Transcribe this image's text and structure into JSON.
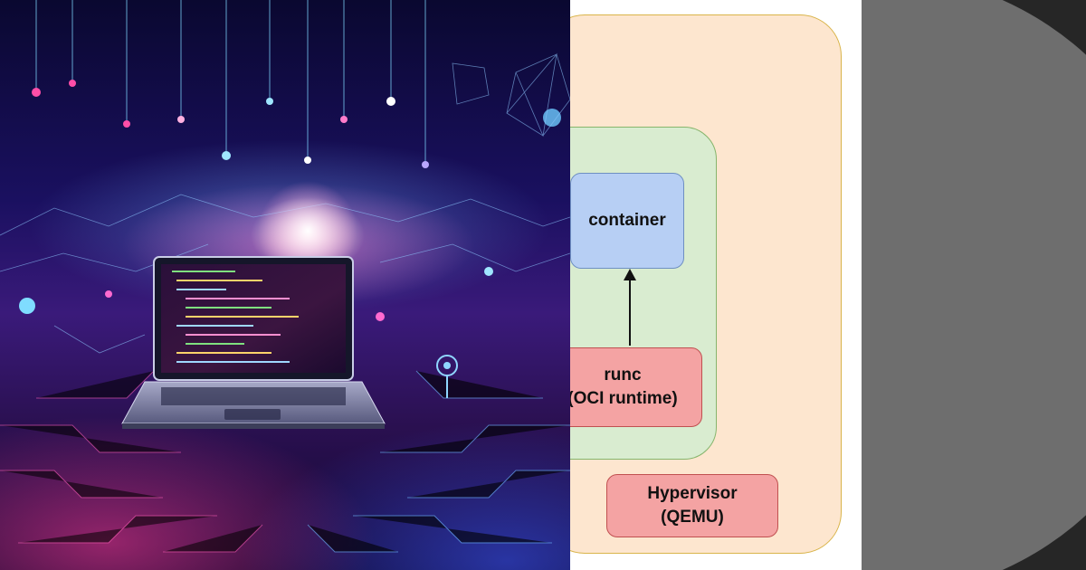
{
  "diagram": {
    "nodes": {
      "container": "container",
      "runc_line1": "runc",
      "runc_line2": "(OCI runtime)",
      "hypervisor_line1": "Hypervisor",
      "hypervisor_line2": "(QEMU)"
    },
    "colors": {
      "outer_fill": "#fde6cf",
      "outer_border": "#d9b44a",
      "inner_fill": "#d9ecd0",
      "inner_border": "#86b56c",
      "container_fill": "#b7cff4",
      "runtime_fill": "#f4a3a3"
    }
  },
  "illustration": {
    "subject": "laptop-with-code-screen-icon"
  }
}
